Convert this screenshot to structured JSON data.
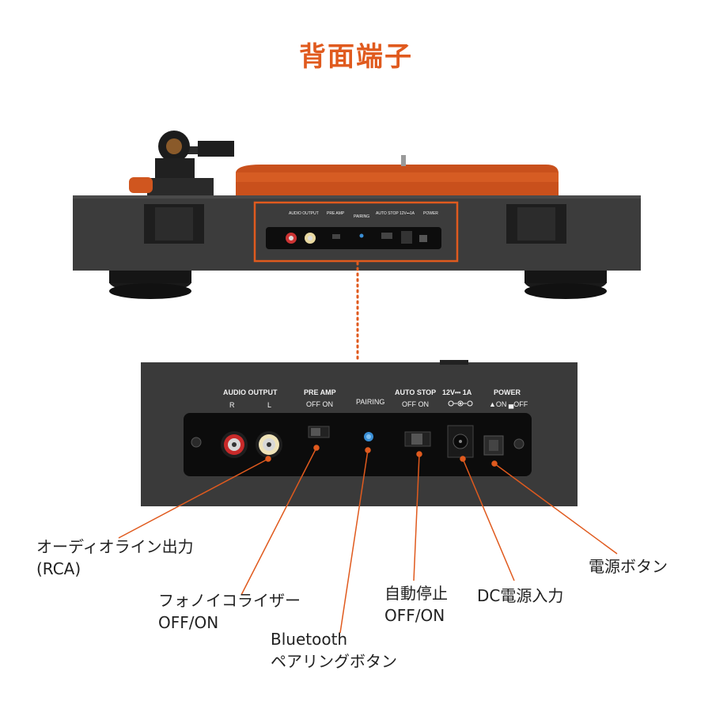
{
  "title": "背面端子",
  "accent_color": "#e05a1e",
  "panel": {
    "audio_output": "AUDIO OUTPUT",
    "r": "R",
    "l": "L",
    "pre_amp": "PRE AMP",
    "off_on": "OFF  ON",
    "pairing": "PAIRING",
    "auto_stop": "AUTO STOP",
    "auto_off_on": "OFF  ON",
    "dc": "12V⎓ 1A",
    "power": "POWER",
    "power_states": "▲ON ▄OFF"
  },
  "labels": {
    "audio_line_out": "オーディオライン出力",
    "audio_line_out_sub": "(RCA)",
    "phono_eq": "フォノイコライザー",
    "phono_eq_sub": "OFF/ON",
    "bluetooth": "Bluetooth",
    "bluetooth_sub": "ペアリングボタン",
    "auto_stop": "自動停止",
    "auto_stop_sub": "OFF/ON",
    "dc_input": "DC電源入力",
    "power_button": "電源ボタン"
  }
}
